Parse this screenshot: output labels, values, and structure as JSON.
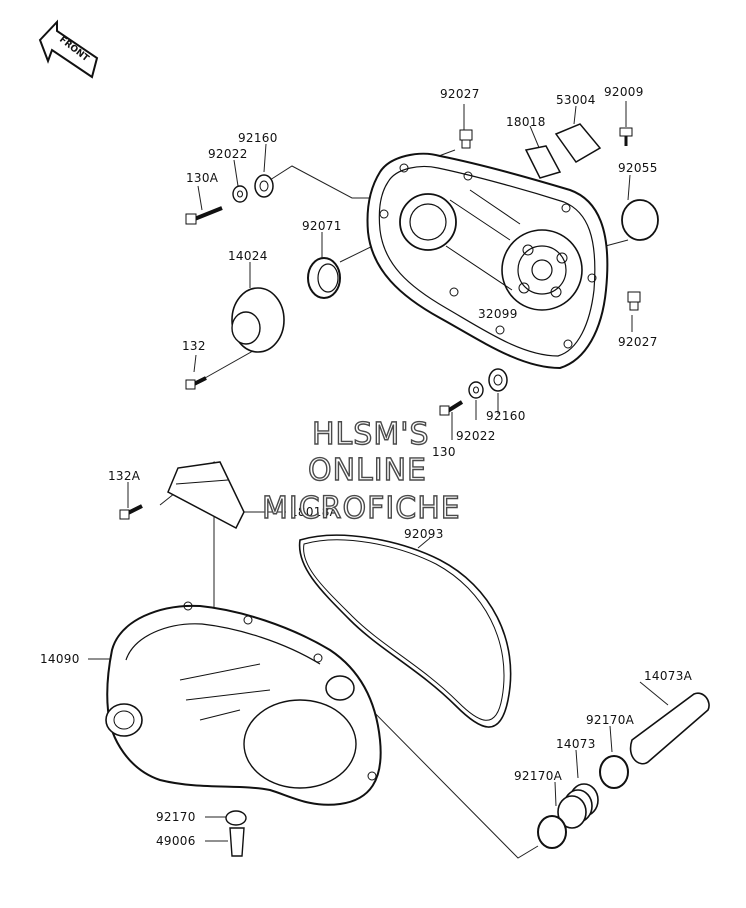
{
  "compass": {
    "label": "FRONT"
  },
  "watermark": {
    "line1": "HLSM'S",
    "line2": "ONLINE",
    "line3": "MICROFICHE"
  },
  "labels": {
    "p92027_top": "92027",
    "p53004": "53004",
    "p92009": "92009",
    "p18018": "18018",
    "p92160_top": "92160",
    "p92022_top": "92022",
    "p130A": "130A",
    "p92055": "92055",
    "p92071": "92071",
    "p14024": "14024",
    "p132": "132",
    "p32099": "32099",
    "p92027_right": "92027",
    "p92160_bottom": "92160",
    "p92022_bottom": "92022",
    "p130": "130",
    "p132A": "132A",
    "p18018A": "18018A",
    "p92093": "92093",
    "p14090": "14090",
    "p14073A": "14073A",
    "p92170A_upper": "92170A",
    "p14073": "14073",
    "p92170A_lower": "92170A",
    "p92170": "92170",
    "p49006": "49006"
  }
}
